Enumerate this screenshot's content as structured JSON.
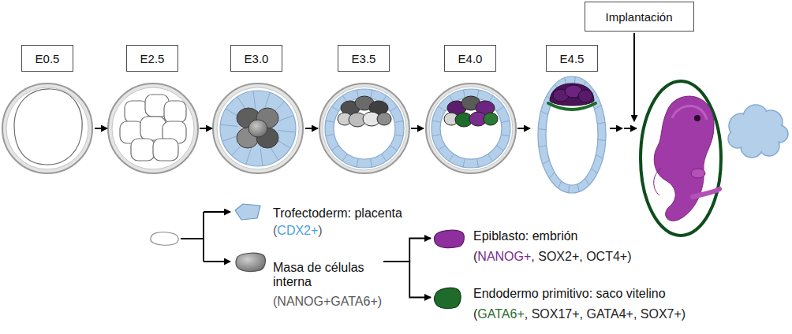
{
  "diagram": {
    "nodes": [
      {
        "text": [
          "E0.5"
        ]
      },
      {
        "text": [
          "E2.5"
        ]
      },
      {
        "text": [
          "E3.0"
        ]
      },
      {
        "text": [
          "E3.5"
        ]
      },
      {
        "text": [
          "E4.0"
        ]
      },
      {
        "text": [
          "E4.5"
        ]
      },
      {
        "text": [
          "Implantación"
        ]
      },
      {
        "text": [
          "Trofectoderm: placenta",
          "(CDX2+)"
        ]
      },
      {
        "text": [
          "Masa de células interna",
          "(NANOG+GATA6+)"
        ]
      },
      {
        "text": [
          "Epiblasto: embrión",
          "(NANOG+, SOX2+, OCT4+)"
        ]
      },
      {
        "text": [
          "Endodermo primitivo: saco vitelino",
          "(GATA6+, SOX17+, GATA4+, SOX7+)"
        ]
      }
    ],
    "edges": [
      {
        "from": 8,
        "to": 9,
        "arrow": "to"
      },
      {
        "from": 8,
        "to": 10,
        "arrow": "to"
      }
    ]
  }
}
